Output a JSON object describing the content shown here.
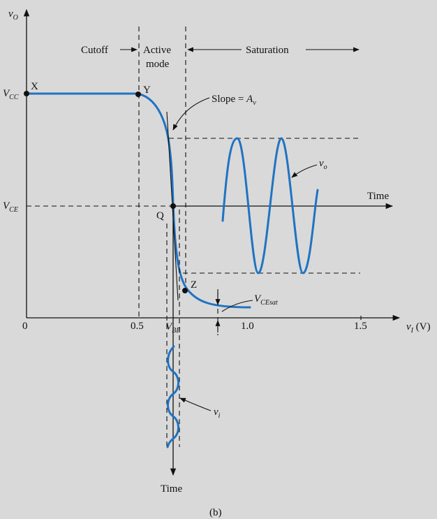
{
  "labels": {
    "y_axis": "v",
    "y_axis_sub": "O",
    "x_axis": "v",
    "x_axis_sub": "I",
    "x_axis_unit": " (V)",
    "vcc": "V",
    "vcc_sub": "CC",
    "vce": "V",
    "vce_sub": "CE",
    "vbe": "V",
    "vbe_sub": "BE",
    "vcesat": "V",
    "vcesat_sub": "CEsat",
    "point_x": "X",
    "point_y": "Y",
    "point_q": "Q",
    "point_z": "Z",
    "cutoff": "Cutoff",
    "active_line1": "Active",
    "active_line2": "mode",
    "saturation": "Saturation",
    "slope": "Slope = ",
    "slope_av": "A",
    "slope_av_sub": "v",
    "vo_label": "v",
    "vo_label_sub": "o",
    "vi_label": "v",
    "vi_label_sub": "i",
    "time_right": "Time",
    "time_bottom": "Time",
    "caption": "(b)"
  },
  "ticks": {
    "x": [
      "0",
      "0.5",
      "1.0",
      "1.5"
    ]
  },
  "colors": {
    "curve": "#1f73c2",
    "ink": "#111111",
    "background": "#d9d9d9"
  }
}
